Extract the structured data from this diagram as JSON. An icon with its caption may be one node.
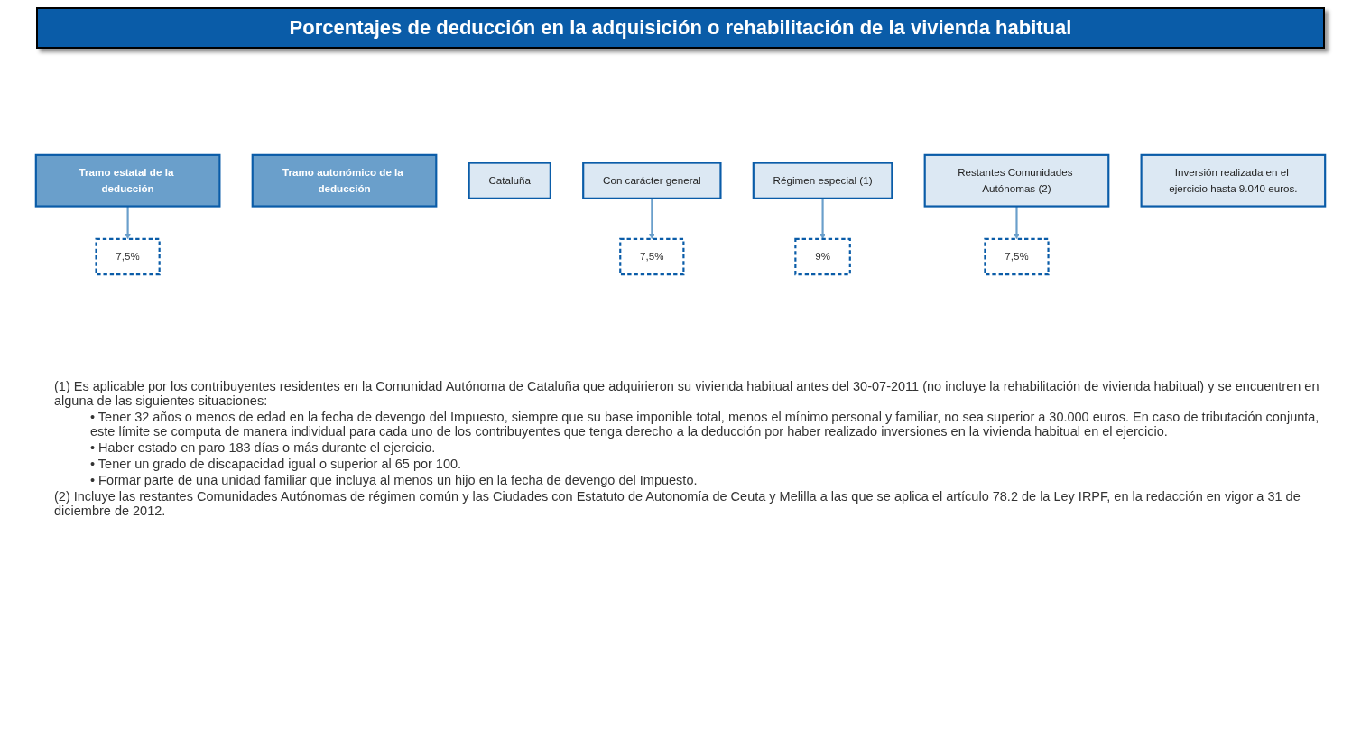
{
  "diagram": {
    "title": "Porcentajes de deducción en la adquisición o rehabilitación de la vivienda habitual",
    "nodes": [
      {
        "text": [
          "Tramo estatal de la deducción"
        ]
      },
      {
        "text": [
          "Tramo autonómico de la deducción"
        ]
      },
      {
        "text": [
          "Cataluña"
        ]
      },
      {
        "text": [
          "Con carácter general"
        ]
      },
      {
        "text": [
          "Régimen especial (1)"
        ]
      },
      {
        "text": [
          "Restantes Comunidades Autónomas (2)"
        ]
      },
      {
        "text": [
          "Inversión realizada en el ejercicio hasta 9.040 euros."
        ]
      },
      {
        "text": [
          "7,5%"
        ]
      },
      {
        "text": [
          "7,5%"
        ]
      },
      {
        "text": [
          "9%"
        ]
      },
      {
        "text": [
          "7,5%"
        ]
      }
    ],
    "edges": [
      {
        "from": 0,
        "to": 7,
        "arrow": "to"
      },
      {
        "from": 3,
        "to": 8,
        "arrow": "to"
      },
      {
        "from": 4,
        "to": 9,
        "arrow": "to"
      },
      {
        "from": 5,
        "to": 10,
        "arrow": "to"
      }
    ],
    "labels": [
      "(1) Es aplicable por los contribuyentes residentes en la Comunidad Autónoma de Cataluña que adquirieron su vivienda habitual antes del 30-07-2011 (no incluye la rehabilitación de vivienda habitual) y se encuentren en alguna de las siguientes situaciones:",
      "• Tener 32 años o menos de edad en la fecha de devengo del Impuesto, siempre que su base imponible total, menos el mínimo personal y familiar, no sea superior a 30.000 euros. En caso de tributación conjunta, este límite se computa de manera individual para cada uno de los contribuyentes que tenga derecho a la deducción por haber realizado inversiones en la vivienda habitual en el ejercicio.",
      "• Haber estado en paro 183 días o más durante el ejercicio.",
      "• Tener un grado de discapacidad igual o superior al 65 por 100.",
      "• Formar parte de una unidad familiar que incluya al menos un hijo en la fecha de devengo del Impuesto.",
      "(2) Incluye las restantes Comunidades Autónomas de régimen común y las Ciudades con Estatuto de Autonomía de Ceuta y Melilla a las que se aplica el artículo 78.2 de la Ley IRPF, en la redacción en vigor a 31 de diciembre de 2012."
    ]
  }
}
